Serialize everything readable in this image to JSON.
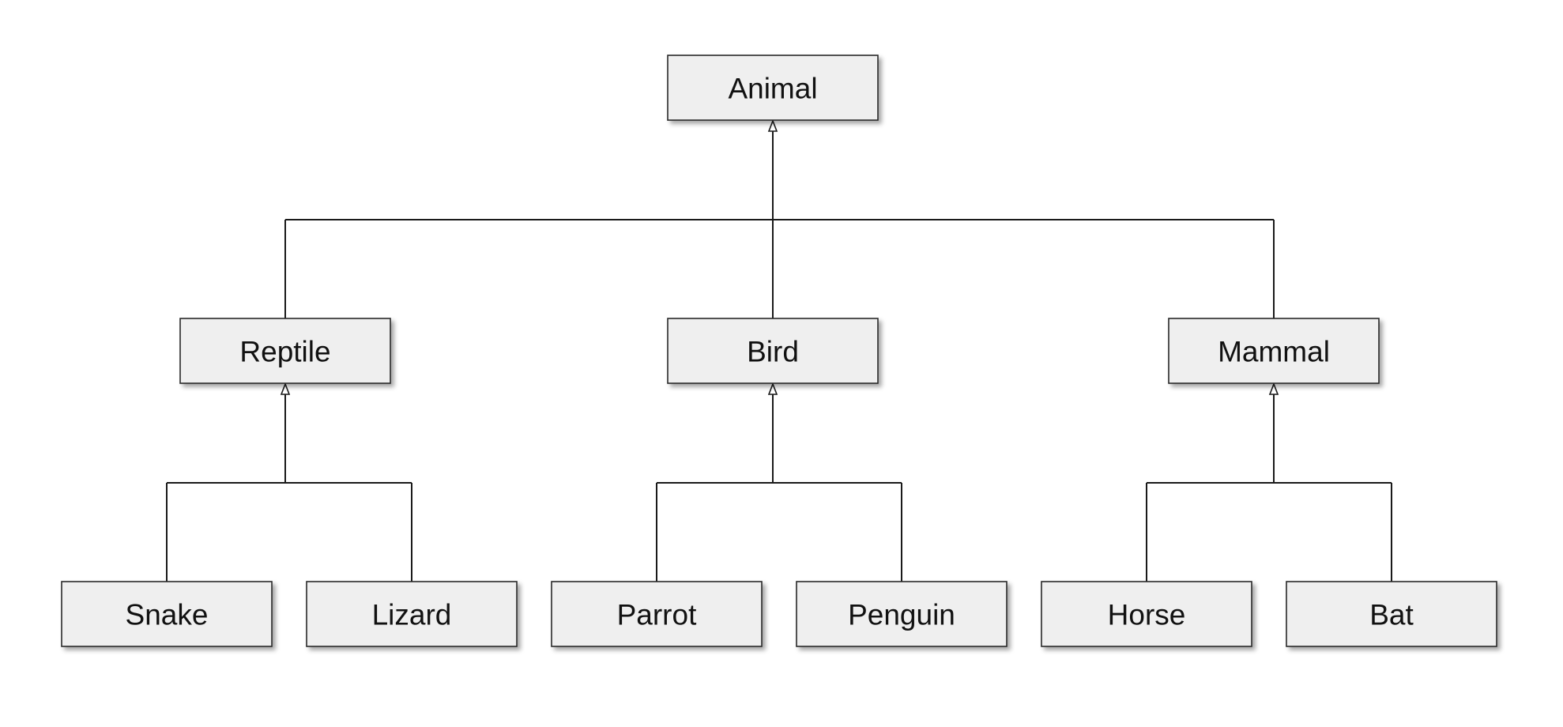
{
  "diagram": {
    "nodes": [
      {
        "id": "animal",
        "label": "Animal"
      },
      {
        "id": "reptile",
        "label": "Reptile"
      },
      {
        "id": "bird",
        "label": "Bird"
      },
      {
        "id": "mammal",
        "label": "Mammal"
      },
      {
        "id": "snake",
        "label": "Snake"
      },
      {
        "id": "lizard",
        "label": "Lizard"
      },
      {
        "id": "parrot",
        "label": "Parrot"
      },
      {
        "id": "penguin",
        "label": "Penguin"
      },
      {
        "id": "horse",
        "label": "Horse"
      },
      {
        "id": "bat",
        "label": "Bat"
      }
    ],
    "edges": [
      {
        "from": "reptile",
        "to": "animal"
      },
      {
        "from": "bird",
        "to": "animal"
      },
      {
        "from": "mammal",
        "to": "animal"
      },
      {
        "from": "snake",
        "to": "reptile"
      },
      {
        "from": "lizard",
        "to": "reptile"
      },
      {
        "from": "parrot",
        "to": "bird"
      },
      {
        "from": "penguin",
        "to": "bird"
      },
      {
        "from": "horse",
        "to": "mammal"
      },
      {
        "from": "bat",
        "to": "mammal"
      }
    ]
  }
}
